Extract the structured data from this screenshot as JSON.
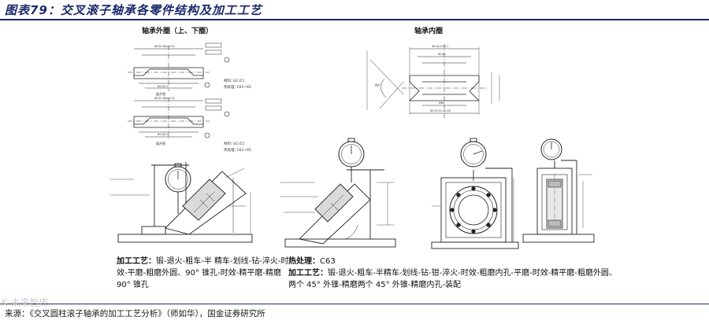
{
  "figure": {
    "title": "图表79：交叉滚子轴承各零件结构及加工工艺"
  },
  "panels": {
    "outer_ring_label": "轴承外圈（上、下圈）",
    "inner_ring_label": "轴承内圈"
  },
  "drawing_text": {
    "outer_material_a": "材料: GCr15",
    "outer_hardness_a": "热处理: C61~65",
    "outer_material_b": "材料: GCr15",
    "outer_hardness_b": "热处理: C61~65",
    "outer_note_a": "展开图",
    "outer_note_b": "展开图",
    "inner_dia_1": "Φ118.5±0.1",
    "inner_dia_2": "Φ100",
    "inner_dia_3": "Φ80",
    "inner_dia_4": "Φ129.51±0.06",
    "inner_angle": "90°",
    "outer_dia_1": "Φ132.68±0.05",
    "outer_dia_2": "Φ118.5",
    "outer_dia_3": "Φ132.68±0.05",
    "outer_dia_4": "Φ118.5"
  },
  "process_left": {
    "label": "加工工艺",
    "text": "锻-退火-粗车-半 精车-划线-钻-淬火-时效-平磨-粗磨外圆、90° 锥孔-时效-精平磨-精磨 90° 锥孔"
  },
  "process_right": {
    "heat_label": "热处理",
    "heat_value": "C63",
    "label": "加工工艺",
    "text": "锻-退火-粗车-半精车-划线-钻-钳-淬火-时效-粗磨内孔-平磨-时效-精平磨-粗磨外圆、两个 45° 外锥-精磨两个 45° 外锥-精磨内孔-装配"
  },
  "source": {
    "text": "来源：《交叉圆柱滚子轴承的加工工艺分析》（师如华），国金证券研究所"
  },
  "watermark": {
    "text": "K  未来智库"
  }
}
